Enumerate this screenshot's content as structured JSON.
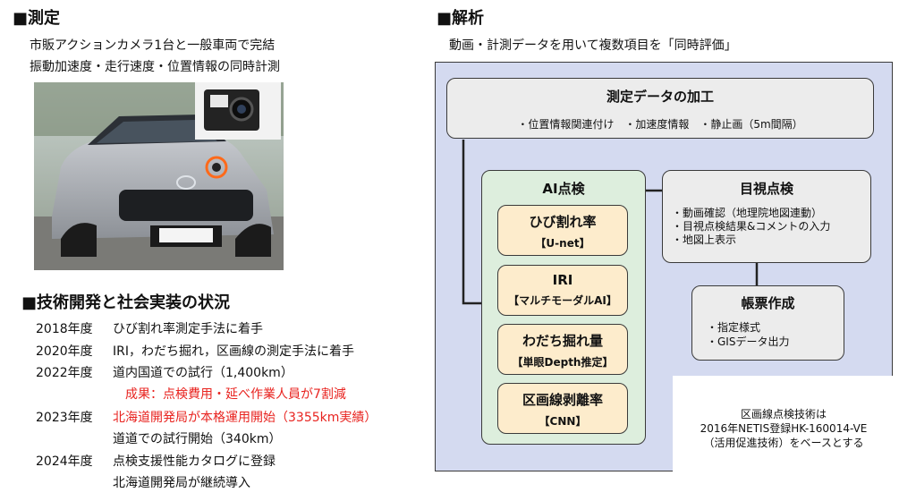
{
  "measure": {
    "heading": "■測定",
    "line1": "市販アクションカメラ1台と一般車両で完結",
    "line2": "振動加速度・走行速度・位置情報の同時計測"
  },
  "status": {
    "heading": "■技術開発と社会実装の状況",
    "rows": [
      {
        "year": "2018年度",
        "text": "ひび割れ率測定手法に着手"
      },
      {
        "year": "2020年度",
        "text": "IRI，わだち掘れ，区画線の測定手法に着手"
      },
      {
        "year": "2022年度",
        "text": "道内国道での試行（1,400km）"
      },
      {
        "year": "",
        "text": "成果：点検費用・延べ作業人員が7割減"
      },
      {
        "year": "2023年度",
        "text": "北海道開発局が本格運用開始（3355km実績）"
      },
      {
        "year": "",
        "text": "道道での試行開始（340km）"
      },
      {
        "year": "2024年度",
        "text": "点検支援性能カタログに登録"
      },
      {
        "year": "",
        "text": "北海道開発局が継続導入"
      }
    ]
  },
  "analysis": {
    "heading": "■解析",
    "subtitle": "動画・計測データを用いて複数項目を「同時評価」",
    "processing": {
      "title": "測定データの加工",
      "items": "・位置情報関連付け　・加速度情報　・静止画（5m間隔）"
    },
    "ai": {
      "title": "AI点検",
      "boxes": [
        {
          "title": "ひび割れ率",
          "sub": "【U-net】"
        },
        {
          "title": "IRI",
          "sub": "【マルチモーダルAI】"
        },
        {
          "title": "わだち掘れ量",
          "sub": "【単眼Depth推定】"
        },
        {
          "title": "区画線剥離率",
          "sub": "【CNN】"
        }
      ]
    },
    "visual": {
      "title": "目視点検",
      "items": [
        "・動画確認（地理院地図連動）",
        "・目視点検結果&コメントの入力",
        "・地図上表示"
      ]
    },
    "report": {
      "title": "帳票作成",
      "items": [
        "・指定様式",
        "・GISデータ出力"
      ]
    },
    "note": [
      "区画線点検技術は",
      "2016年NETIS登録HK-160014-VE",
      "（活用促進技術）をベースとする"
    ]
  },
  "colors": {
    "panel": "#d4daf0",
    "gray_box": "#ececec",
    "green_box": "#ddeedd",
    "yellow_box": "#fdeccc",
    "highlight": "#e8231f"
  }
}
